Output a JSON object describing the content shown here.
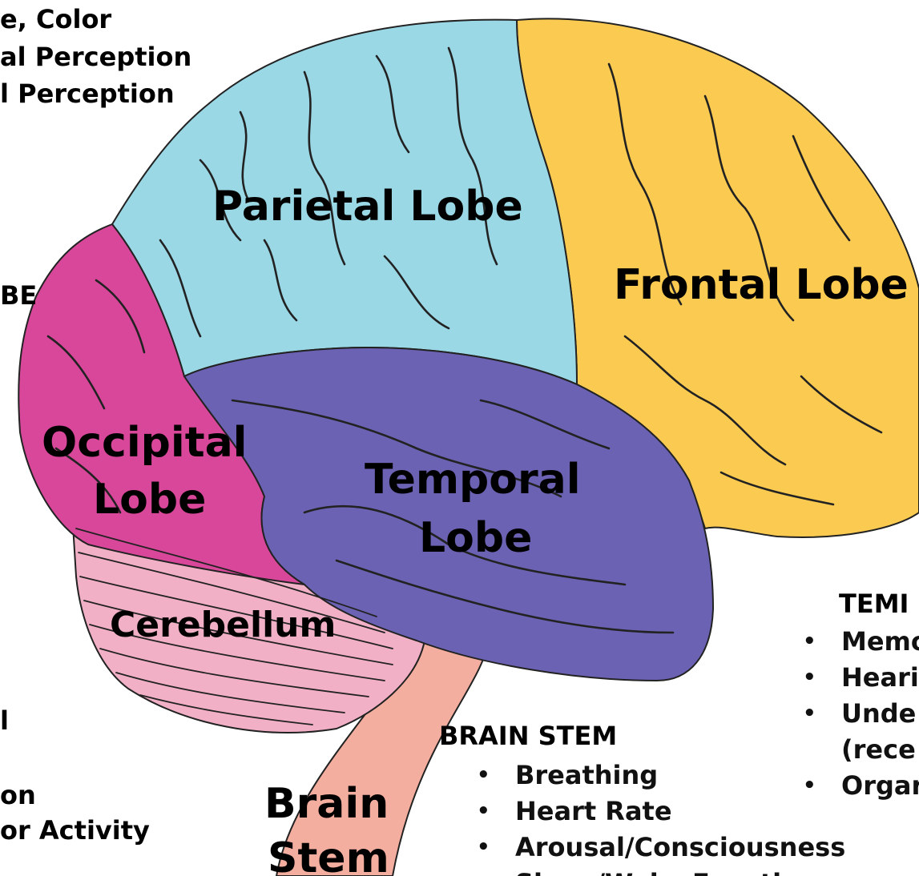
{
  "colors": {
    "parietal": "#9ad8e6",
    "frontal": "#fbcb51",
    "occipital": "#d8479a",
    "temporal": "#6b62b4",
    "cerebellum": "#f2b0c6",
    "brain_stem": "#f4ae9f",
    "outline": "#222222"
  },
  "lobes": {
    "parietal": "Parietal Lobe",
    "frontal": "Frontal Lobe",
    "occipital_line1": "Occipital",
    "occipital_line2": "Lobe",
    "temporal_line1": "Temporal",
    "temporal_line2": "Lobe",
    "cerebellum": "Cerebellum",
    "brain_stem_line1": "Brain",
    "brain_stem_line2": "Stem"
  },
  "left_text": {
    "occipital_items": [
      "e, Color",
      "al Perception",
      "l Perception"
    ],
    "occipital_heading": "BE",
    "cerebellum_heading": "l",
    "cerebellum_items": [
      "on",
      "or Activity"
    ]
  },
  "brain_stem_panel": {
    "heading": "BRAIN STEM",
    "items": [
      "Breathing",
      "Heart Rate",
      "Arousal/Consciousness",
      "Sleep/Wake Functions"
    ]
  },
  "temporal_panel": {
    "heading": "TEMI",
    "items": [
      "Memo",
      "Heari",
      "Unde",
      "(rece",
      "Orgar"
    ]
  }
}
